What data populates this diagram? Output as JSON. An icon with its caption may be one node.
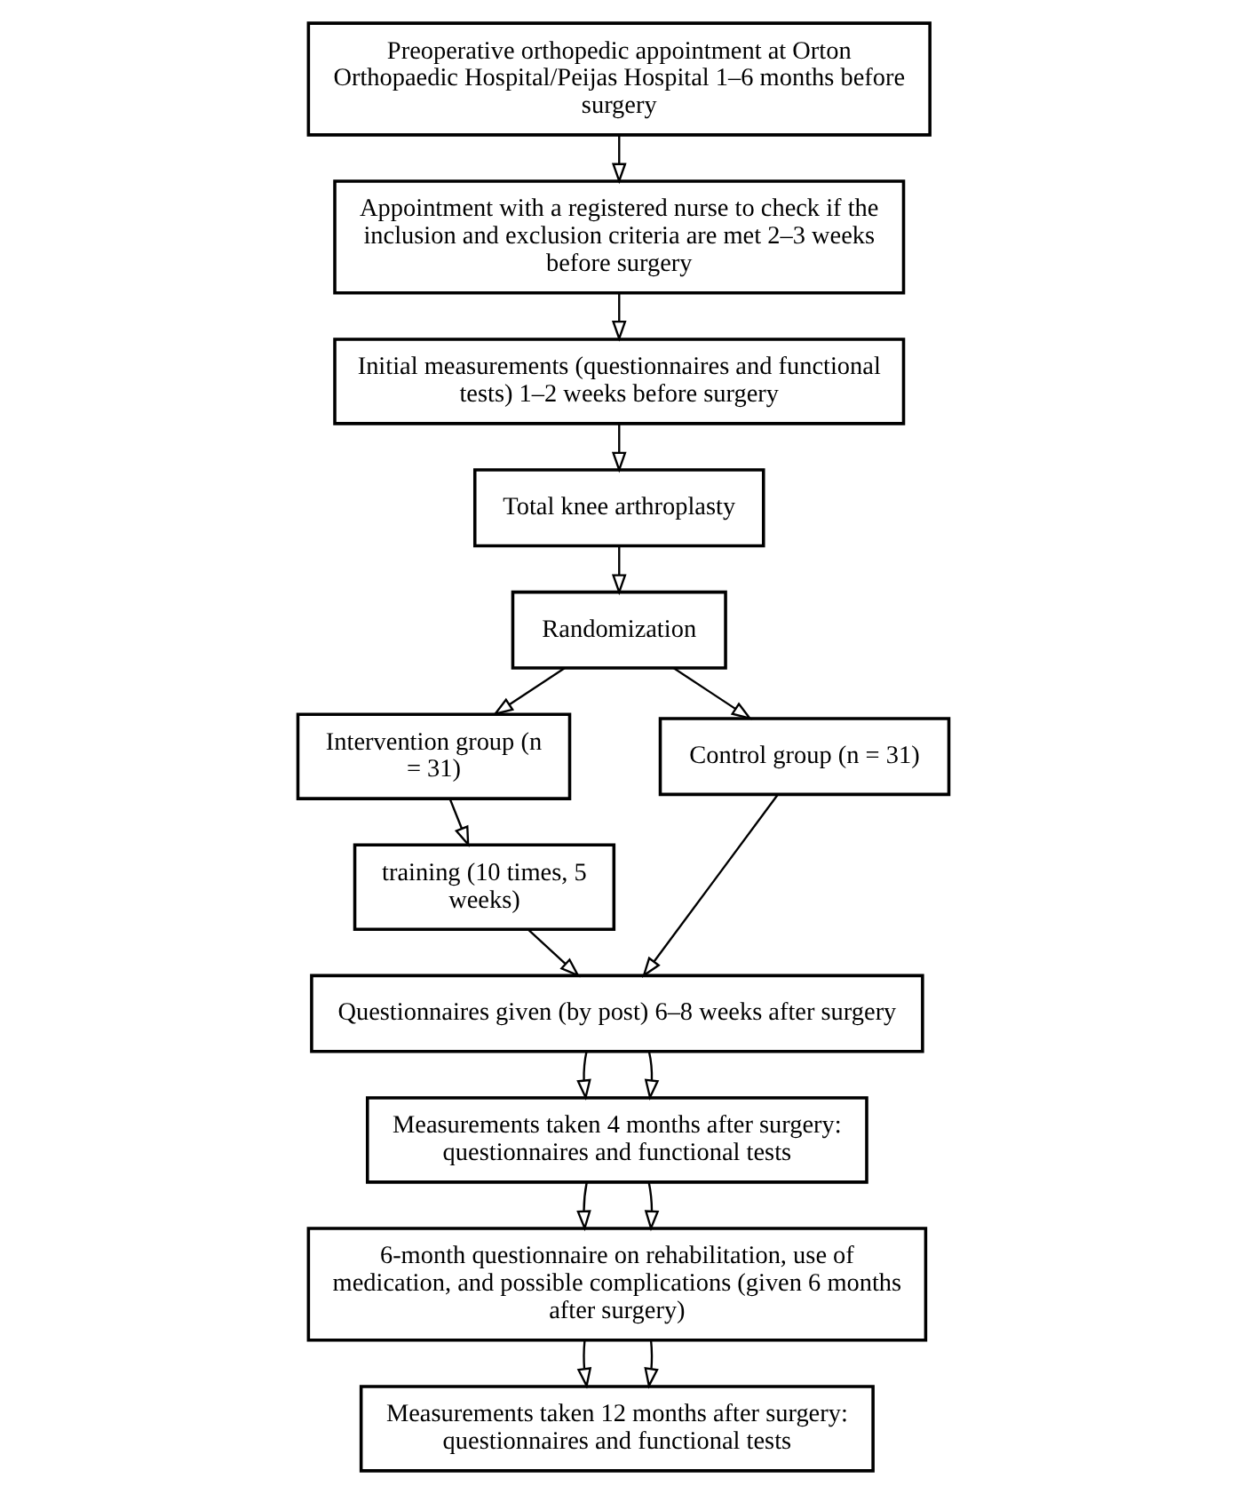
{
  "diagram": {
    "nodes": [
      {
        "text": [
          "Preoperative orthopedic appointment at Orton Orthopaedic Hospital/Peijas Hospital 1–6 months before surgery"
        ]
      },
      {
        "text": [
          "Appointment with a registered nurse to check if the inclusion and exclusion criteria are met 2–3 weeks before surgery"
        ]
      },
      {
        "text": [
          "Initial measurements (questionnaires and functional tests) 1–2 weeks before surgery"
        ]
      },
      {
        "text": [
          "Total knee arthroplasty"
        ]
      },
      {
        "text": [
          "Randomization"
        ]
      },
      {
        "text": [
          "Intervention group (n = 31)"
        ]
      },
      {
        "text": [
          "Control group (n = 31)"
        ]
      },
      {
        "text": [
          "training (10 times, 5 weeks)"
        ]
      },
      {
        "text": [
          "Questionnaires given (by post) 6–8 weeks after surgery"
        ]
      },
      {
        "text": [
          "Measurements taken 4 months after surgery: questionnaires and functional tests"
        ]
      },
      {
        "text": [
          "6-month questionnaire on rehabilitation, use of medication, and possible complications (given 6 months after surgery)"
        ]
      },
      {
        "text": [
          "Measurements taken 12 months after surgery: questionnaires and functional tests"
        ]
      }
    ],
    "edges": [
      {
        "from": 0,
        "to": 1,
        "arrow": "to"
      },
      {
        "from": 1,
        "to": 2,
        "arrow": "to"
      },
      {
        "from": 2,
        "to": 3,
        "arrow": "to"
      },
      {
        "from": 3,
        "to": 4,
        "arrow": "to"
      },
      {
        "from": 4,
        "to": 5,
        "arrow": "to"
      },
      {
        "from": 4,
        "to": 6,
        "arrow": "to"
      },
      {
        "from": 5,
        "to": 7,
        "arrow": "to"
      },
      {
        "from": 7,
        "to": 8,
        "arrow": "to"
      },
      {
        "from": 6,
        "to": 8,
        "arrow": "to"
      },
      {
        "from": 8,
        "to": 9,
        "arrow": "to"
      },
      {
        "from": 8,
        "to": 9,
        "arrow": "to"
      },
      {
        "from": 9,
        "to": 10,
        "arrow": "to"
      },
      {
        "from": 9,
        "to": 10,
        "arrow": "to"
      },
      {
        "from": 10,
        "to": 11,
        "arrow": "to"
      },
      {
        "from": 10,
        "to": 11,
        "arrow": "to"
      }
    ]
  }
}
